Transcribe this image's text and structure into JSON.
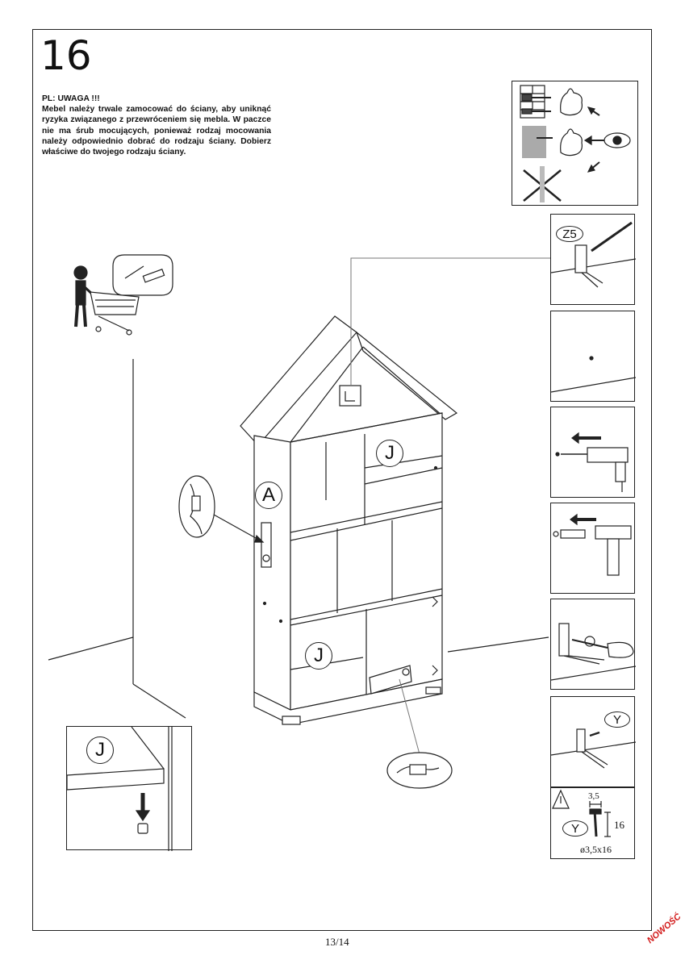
{
  "step_number": "16",
  "warning": {
    "heading": "PL: UWAGA !!!",
    "body": "Mebel należy trwale zamocować do ściany, aby uniknąć ryzyka związanego z przewróceniem się mebla. W paczce nie ma śrub mocujących, ponieważ rodzaj mocowania należy odpowiednio dobrać do rodzaju ściany. Dobierz właściwe do twojego rodzaju ściany."
  },
  "part_labels": {
    "part_a": "A",
    "part_j": "J",
    "part_z5": "Z5",
    "part_y": "Y"
  },
  "screw_spec": {
    "diameter": "3,5",
    "length": "16",
    "size": "ø3,5x16"
  },
  "page_number": "13/14",
  "stamp": "NOWOŚĆ"
}
